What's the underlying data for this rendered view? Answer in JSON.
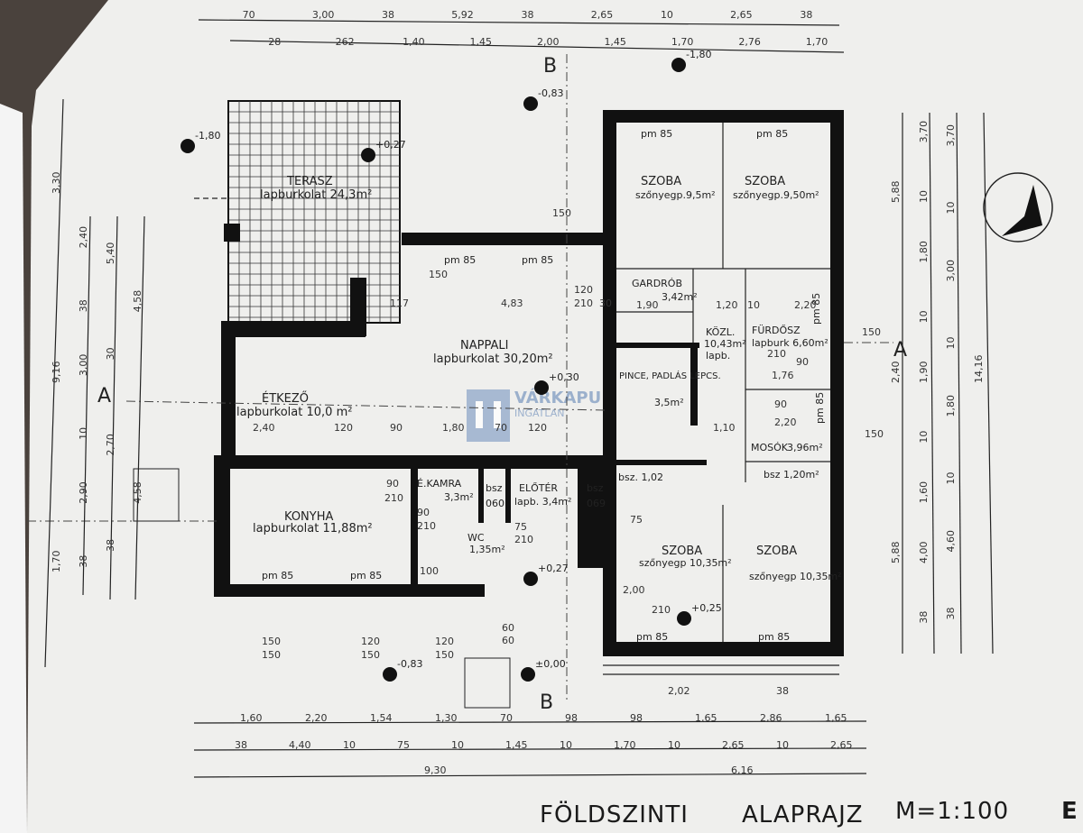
{
  "title": {
    "main": "FÖLDSZINTI",
    "sub": "ALAPRAJZ",
    "scale": "M=1:100",
    "edge_letter": "E"
  },
  "watermark": {
    "text": "VÁRKAPU",
    "sub": "INGATLAN"
  },
  "rooms": [
    {
      "name": "TERASZ",
      "detail": "lapburkolat 24,3m²"
    },
    {
      "name": "NAPPALI",
      "detail": "lapburkolat 30,20m²"
    },
    {
      "name": "ÉTKEZŐ",
      "detail": "lapburkolat 10,0 m²"
    },
    {
      "name": "KONYHA",
      "detail": "lapburkolat 11,88m²"
    },
    {
      "name": "É.KAMRA",
      "detail": "3,3m²"
    },
    {
      "name": "WC",
      "detail": "1,35m²"
    },
    {
      "name": "ELŐTÉR",
      "detail": "lapb. 3,4m²"
    },
    {
      "name": "SZOBA",
      "detail": "szőnyegp.9,5m²"
    },
    {
      "name": "SZOBA",
      "detail": "szőnyegp.9,50m²"
    },
    {
      "name": "GARDRÓB",
      "detail": "3,42m²"
    },
    {
      "name": "KÖZL.",
      "detail": "10,43m²"
    },
    {
      "name": "FÜRDŐSZ",
      "detail": "lapburk 6,60m²"
    },
    {
      "name": "PINCE, PADLÁS LEPCS.",
      "detail": "3,5m²"
    },
    {
      "name": "MOSÓK",
      "detail": "3,96m²"
    },
    {
      "name": "SZOBA",
      "detail": "szőnyegp 10,35m²"
    },
    {
      "name": "SZOBA",
      "detail": "szőnyegp 10,35m²"
    }
  ],
  "extra_labels": {
    "kozl_finish": "lapb.",
    "bsz1": "bsz",
    "bsz2": "bsz",
    "bsz3": "bsz. 1,02",
    "bsz4": "bsz 1,20m²",
    "bsz_size1": "060",
    "bsz_size2": "069"
  },
  "windows": [
    "pm 85",
    "pm 85",
    "pm 85",
    "pm 85",
    "pm 85",
    "pm 85",
    "pm 85",
    "pm 85",
    "pm 85",
    "pm 85"
  ],
  "levels": [
    "-1,80",
    "+0,27",
    "-0,83",
    "-1,80",
    "+0,30",
    "+0,27",
    "-0,83",
    "±0,00",
    "+0,25"
  ],
  "sections": {
    "a_left": "A",
    "a_right": "A",
    "b_top": "B",
    "b_bottom": "B"
  },
  "dims_top": {
    "row1": [
      "70",
      "3,00",
      "38",
      "5,92",
      "38",
      "2,65",
      "10",
      "2,65",
      "38"
    ],
    "row2": [
      "28",
      "262",
      "1,40",
      "1,45",
      "2,00",
      "1,45",
      "1,70",
      "2,76",
      "1,70"
    ]
  },
  "dims_bottom": {
    "row1": [
      "1,60",
      "2,20",
      "1,54",
      "1,30",
      "70",
      "98",
      "98",
      "1,65",
      "2,86",
      "1,65"
    ],
    "row2": [
      "38",
      "4,40",
      "10",
      "75",
      "10",
      "1,45",
      "10",
      "1,70",
      "10",
      "2,65",
      "10",
      "2,65"
    ],
    "row3": [
      "9,30",
      "6,16"
    ]
  },
  "dims_left": {
    "row1": [
      "3,30",
      "9,16",
      "1,70"
    ],
    "row2": [
      "2,40",
      "38",
      "3,00",
      "10",
      "2,90",
      "38"
    ],
    "row3": [
      "5,40",
      "30",
      "2,70",
      "38"
    ],
    "row4": [
      "4,58",
      "4,58"
    ]
  },
  "dims_right": {
    "row1": [
      "5,88",
      "2,40",
      "5,88"
    ],
    "row2": [
      "3,70",
      "10",
      "1,80",
      "10",
      "1,90",
      "10",
      "1,60",
      "4,00",
      "38"
    ],
    "row3": [
      "3,70",
      "10",
      "3,00",
      "10",
      "1,80",
      "10",
      "4,60",
      "38"
    ],
    "row4": [
      "14,16"
    ]
  },
  "dims_inner": [
    "4,83",
    "117",
    "120",
    "210",
    "30",
    "1,90",
    "1,20",
    "10",
    "2,20",
    "2,40",
    "120",
    "90",
    "1,80",
    "70",
    "120",
    "1,10",
    "2,20",
    "90",
    "150",
    "90",
    "150",
    "90",
    "210",
    "90",
    "210",
    "75",
    "210",
    "75",
    "210",
    "2,00",
    "2,02",
    "38",
    "150",
    "150",
    "150",
    "150",
    "120",
    "150",
    "120",
    "150",
    "60",
    "60",
    "100",
    "210",
    "1,76"
  ]
}
